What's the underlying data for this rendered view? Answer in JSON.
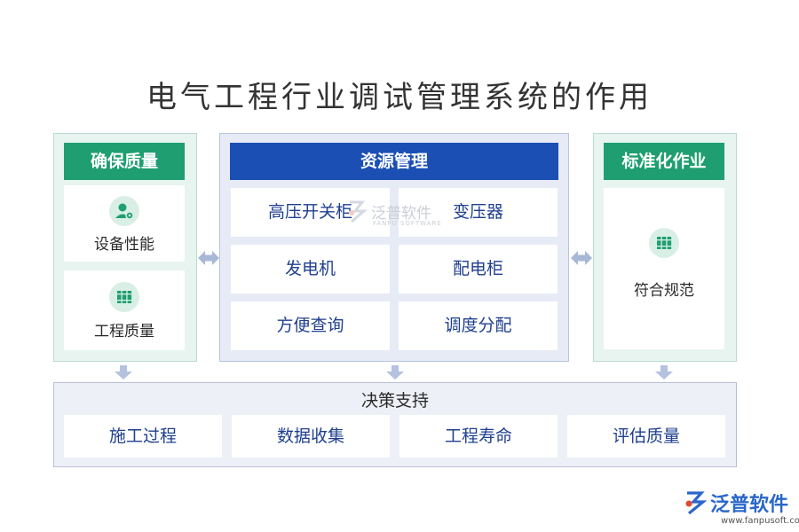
{
  "title": "电气工程行业调试管理系统的作用",
  "left": {
    "header": "确保质量",
    "items": [
      {
        "label": "设备性能",
        "icon": "user-settings-icon"
      },
      {
        "label": "工程质量",
        "icon": "binders-icon"
      }
    ]
  },
  "middle": {
    "header": "资源管理",
    "cells": [
      "高压开关柜",
      "变压器",
      "发电机",
      "配电柜",
      "方便查询",
      "调度分配"
    ]
  },
  "right": {
    "header": "标准化作业",
    "items": [
      {
        "label": "符合规范",
        "icon": "binders-icon"
      }
    ]
  },
  "bottom": {
    "title": "决策支持",
    "cells": [
      "施工过程",
      "数据收集",
      "工程寿命",
      "评估质量"
    ]
  },
  "watermark": {
    "main": "泛普软件",
    "sub": "FANPU SOFTWARE"
  },
  "logo": {
    "main": "泛普软件",
    "url": "www.fanpusoft.com"
  },
  "colors": {
    "green": "#1e9e71",
    "blue": "#1b4fb3",
    "text_blue": "#1f3f8f",
    "arrow": "#a9b7d6"
  }
}
